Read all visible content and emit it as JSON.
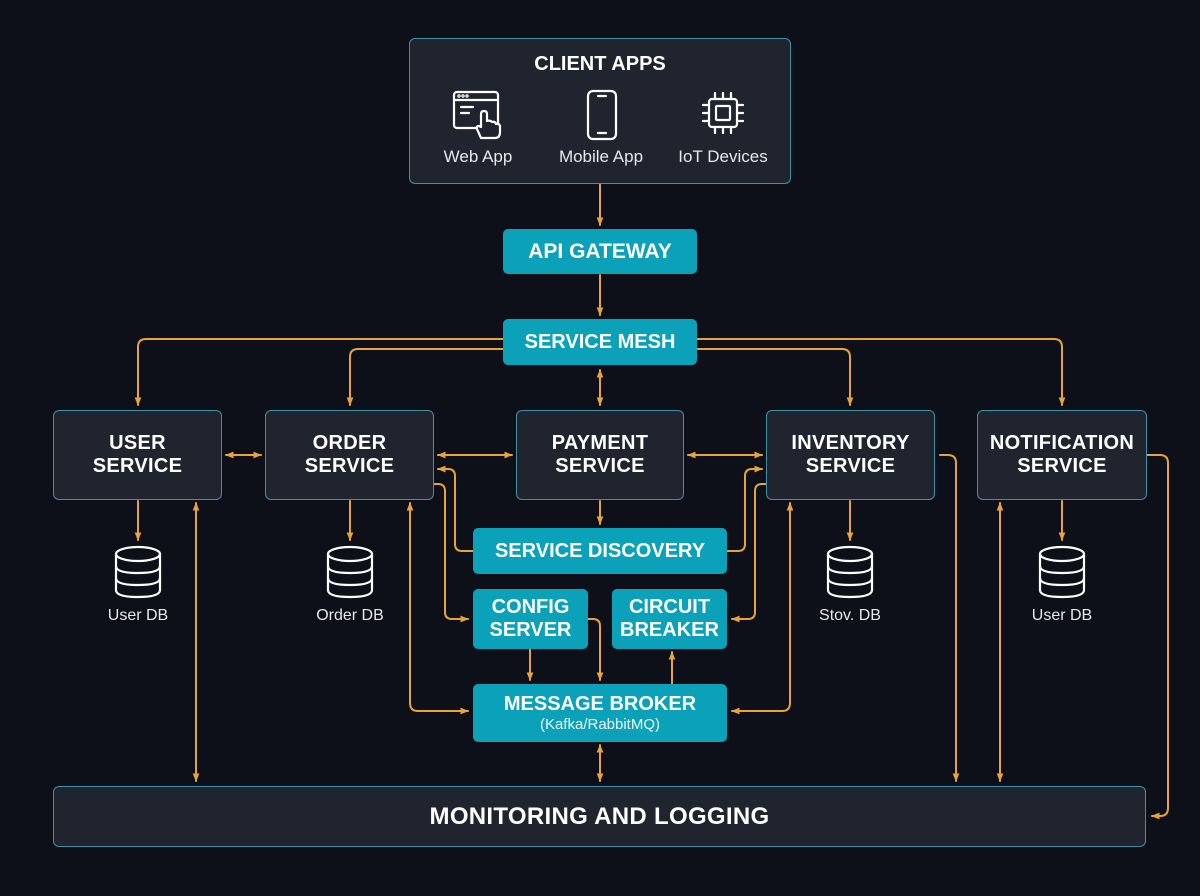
{
  "client_apps": {
    "title": "CLIENT APPS",
    "items": [
      {
        "label": "Web App",
        "icon": "web-app-icon"
      },
      {
        "label": "Mobile App",
        "icon": "mobile-phone-icon"
      },
      {
        "label": "IoT Devices",
        "icon": "chip-icon"
      }
    ]
  },
  "api_gateway": "API GATEWAY",
  "service_mesh": "SERVICE MESH",
  "services": {
    "user": [
      "USER",
      "SERVICE"
    ],
    "order": [
      "ORDER",
      "SERVICE"
    ],
    "payment": [
      "PAYMENT",
      "SERVICE"
    ],
    "inventory": [
      "INVENTORY",
      "SERVICE"
    ],
    "notification": [
      "NOTIFICATION",
      "SERVICE"
    ]
  },
  "databases": {
    "user": "User DB",
    "order": "Order DB",
    "inventory": "Stov. DB",
    "notification": "User DB"
  },
  "service_discovery": "SERVICE DISCOVERY",
  "config_server": [
    "CONFIG",
    "SERVER"
  ],
  "circuit_breaker": [
    "CIRCUIT",
    "BREAKER"
  ],
  "message_broker": {
    "title": "MESSAGE BROKER",
    "subtitle": "(Kafka/RabbitMQ)"
  },
  "monitoring": "MONITORING AND LOGGING",
  "colors": {
    "background": "#0d1018",
    "box_fill": "#20242e",
    "box_border": "#3b91a8",
    "accent_cyan": "#0ba1b9",
    "connector": "#e8a33a"
  }
}
